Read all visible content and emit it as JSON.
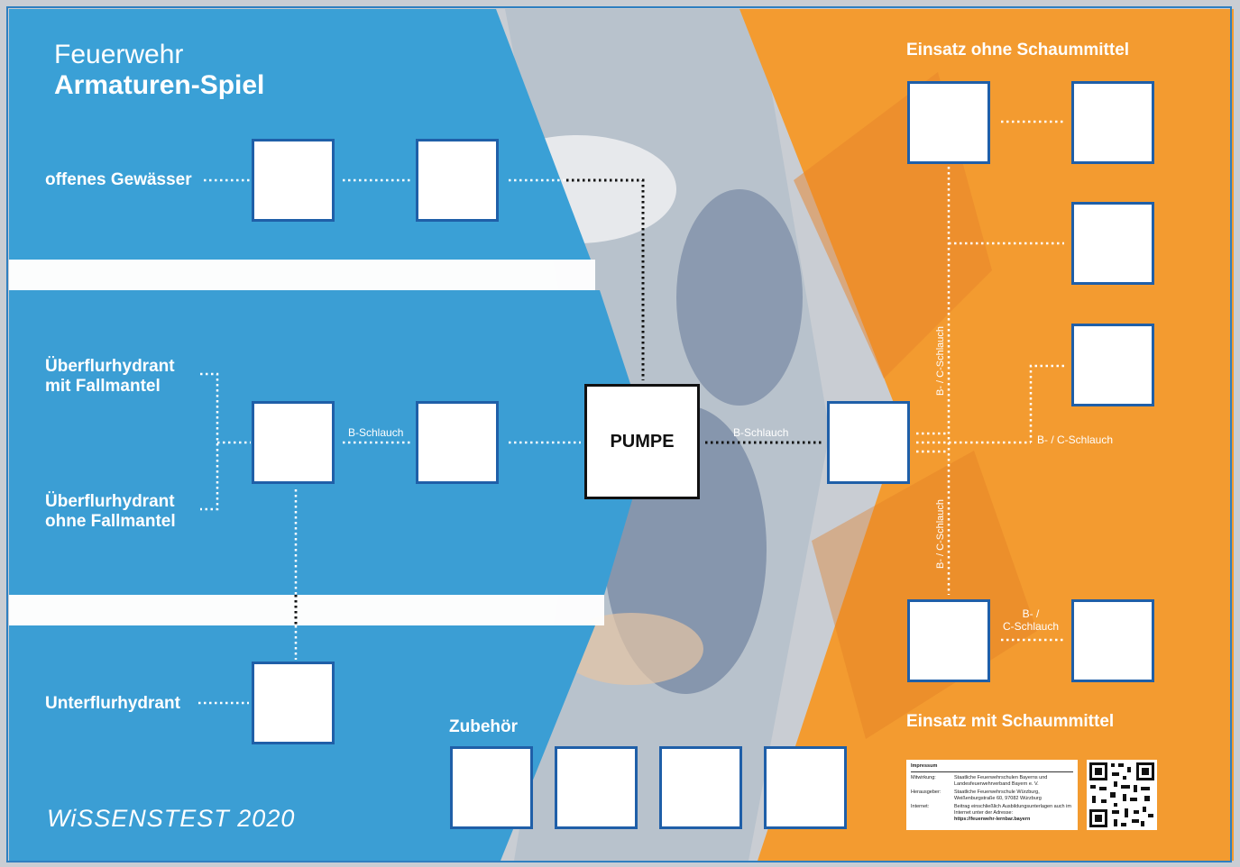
{
  "title": {
    "line1": "Feuerwehr",
    "line2": "Armaturen-Spiel"
  },
  "sources": {
    "open_water": "offenes Gewässer",
    "hydrant_with": "Überflurhydrant\nmit Fallmantel",
    "hydrant_without": "Überflurhydrant\nohne Fallmantel",
    "underground": "Unterflurhydrant"
  },
  "hoses": {
    "b_left": "B-Schlauch",
    "b_right": "B-Schlauch",
    "bc_right": "B- / C-Schlauch",
    "bc_vertical_top": "B- / C-Schlauch",
    "bc_vertical_bottom": "B- / C-Schlauch",
    "bc_bottom": "B- /\nC-Schlauch"
  },
  "pump": "PUMPE",
  "accessories": "Zubehör",
  "headers": {
    "no_foam": "Einsatz ohne Schaummittel",
    "foam": "Einsatz mit Schaummittel"
  },
  "wissenstest": "WiSSENSTEST 2020",
  "impressum": {
    "title": "Impressum",
    "rows": [
      {
        "k": "Mitwirkung:",
        "v": "Staatliche Feuerwehrschulen Bayerns und Landesfeuerwehrverband Bayern e. V."
      },
      {
        "k": "Herausgeber:",
        "v": "Staatliche Feuerwehrschule Würzburg, Weißenburgstraße 60, 97082 Würzburg"
      },
      {
        "k": "Internet:",
        "v": "Beitrag einschließlich Ausbildungsunterlagen auch im Internet unter der Adresse:"
      }
    ],
    "url": "https://feuerwehr-lernbar.bayern"
  },
  "colors": {
    "blue": "#3a9fd4",
    "orange": "#f39a33",
    "frame": "#2f7fc0",
    "slot_border": "#1f5fa8"
  }
}
